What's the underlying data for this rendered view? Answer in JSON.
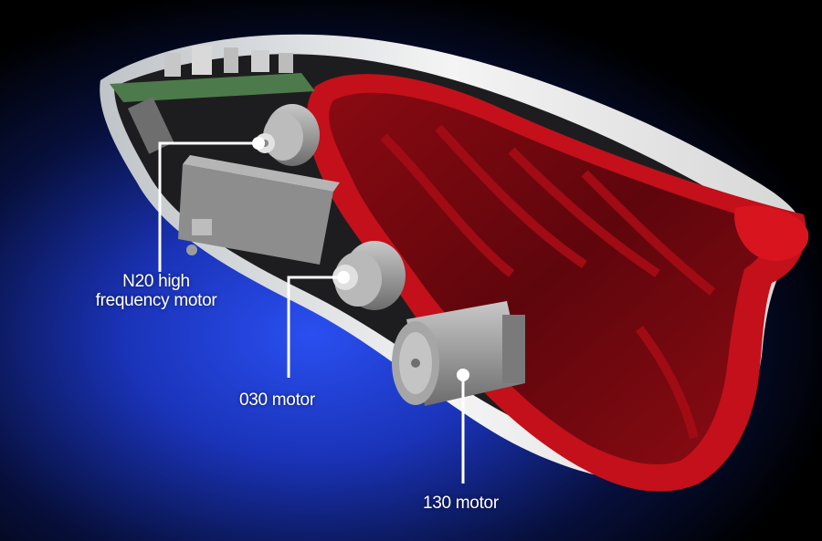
{
  "callouts": [
    {
      "id": "n20",
      "line1": "N20 high",
      "line2": "frequency motor"
    },
    {
      "id": "030",
      "text": "030 motor"
    },
    {
      "id": "130",
      "text": "130 motor"
    }
  ],
  "colors": {
    "background": "#000000",
    "glow": "#1f3fd6",
    "shell_red": "#c8101a",
    "shell_red_dark": "#7a0a10",
    "shell_white": "#eeeeee",
    "motor_gray": "#9a9a9a",
    "board_green": "#4d7a4a",
    "callout": "#ffffff"
  }
}
